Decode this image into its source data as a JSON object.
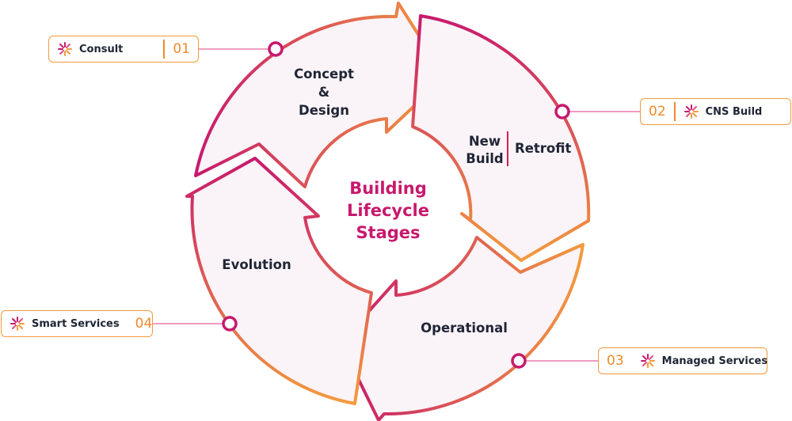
{
  "diagram": {
    "center": [
      "Building",
      "Lifecycle",
      "Stages"
    ],
    "segments": {
      "concept": [
        "Concept",
        "&",
        "Design"
      ],
      "build_new": [
        "New",
        "Build"
      ],
      "build_retrofit": "Retrofit",
      "operational": "Operational",
      "evolution": "Evolution"
    }
  },
  "services": [
    {
      "number": "01",
      "name": "Consult"
    },
    {
      "number": "02",
      "name": "CNS Build"
    },
    {
      "number": "03",
      "name": "Managed Services"
    },
    {
      "number": "04",
      "name": "Smart Services"
    }
  ],
  "colors": {
    "gradient_start": "#c7196d",
    "gradient_end": "#f39a3d",
    "fill": "#faf3f7",
    "text_dark": "#1f2535",
    "accent_pink": "#c7196d",
    "accent_orange": "#ef8a2a"
  },
  "icons": {
    "service_logo": "starburst-logo-icon",
    "connector": "connector-dot-icon"
  }
}
